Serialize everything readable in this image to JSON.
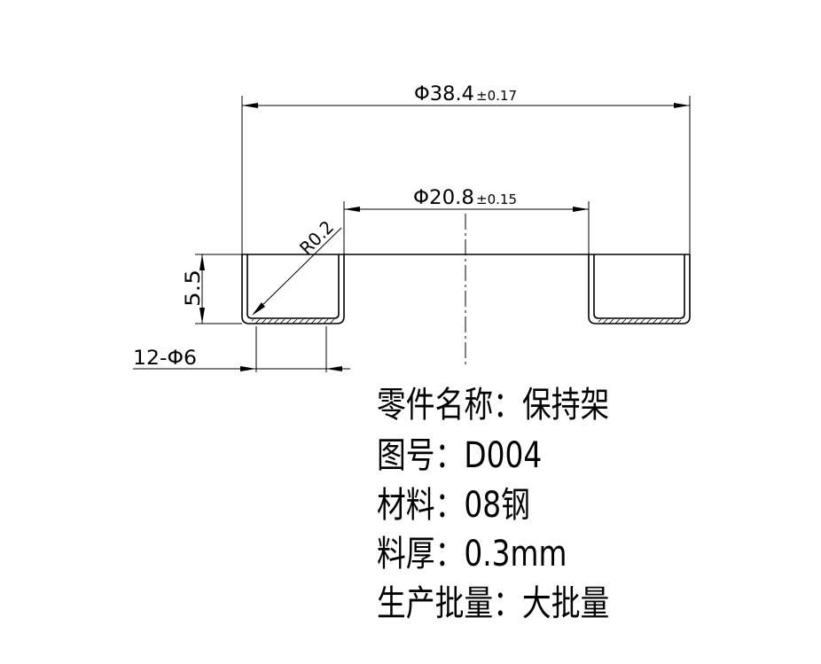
{
  "drawing": {
    "outer_diameter": {
      "nominal": "Φ38.4",
      "tolerance": "±0.17"
    },
    "inner_diameter": {
      "nominal": "Φ20.8",
      "tolerance": "±0.15"
    },
    "height": "5.5",
    "radius": "R0.2",
    "holes": "12-Φ6"
  },
  "title_block": {
    "part_name": {
      "label": "零件名称：",
      "value": "保持架"
    },
    "drawing_no": {
      "label": "图号：",
      "value": "D004"
    },
    "material": {
      "label": "材料：",
      "value": "08钢"
    },
    "thickness": {
      "label": "料厚：",
      "value": "0.3mm"
    },
    "batch": {
      "label": "生产批量：",
      "value": "大批量"
    }
  }
}
